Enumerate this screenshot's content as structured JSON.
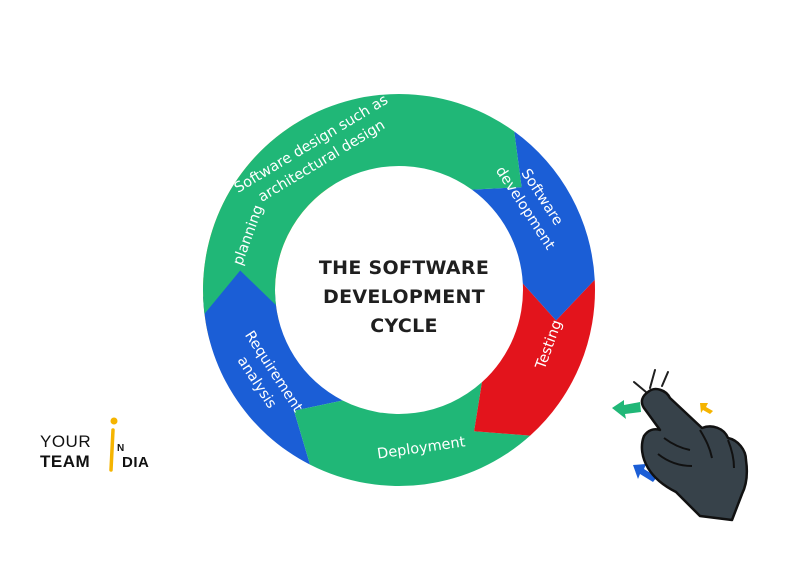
{
  "diagram": {
    "center_title_lines": [
      "THE SOFTWARE",
      "DEVELOPMENT",
      "CYCLE"
    ],
    "stages": [
      {
        "lines": [
          "Software design such as",
          "architectural design"
        ],
        "color": "#20b777"
      },
      {
        "lines": [
          "Software",
          "development"
        ],
        "color": "#1b5ed6"
      },
      {
        "lines": [
          "Testing"
        ],
        "color": "#e3141c"
      },
      {
        "lines": [
          "Deployment"
        ],
        "color": "#20b777"
      },
      {
        "lines": [
          "Requirement",
          "analysis"
        ],
        "color": "#1b5ed6"
      },
      {
        "lines": [
          "planning"
        ],
        "color": "#fbc02d"
      }
    ]
  },
  "logo": {
    "word1": "YOUR",
    "word2": "TEAM",
    "word3_small": "N",
    "word3_rest": "DIA",
    "accent_color": "#f5b400"
  },
  "illustration": {
    "icon": "pointing-hand-icon",
    "arrow_colors": [
      "#20b777",
      "#f5b400",
      "#1b5ed6"
    ]
  }
}
